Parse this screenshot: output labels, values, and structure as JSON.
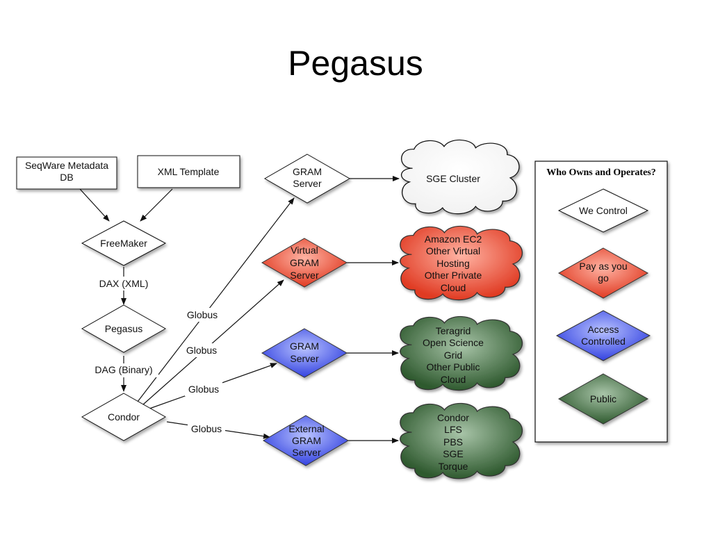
{
  "title": "Pegasus",
  "nodes": {
    "seqware": [
      "SeqWare Metadata",
      "DB"
    ],
    "xml_template": [
      "XML Template"
    ],
    "freemaker": [
      "FreeMaker"
    ],
    "pegasus": [
      "Pegasus"
    ],
    "condor": [
      "Condor"
    ],
    "gram_server": [
      "GRAM",
      "Server"
    ],
    "virtual_gram": [
      "Virtual",
      "GRAM",
      "Server"
    ],
    "gram_server_2": [
      "GRAM",
      "Server"
    ],
    "external_gram": [
      "External",
      "GRAM",
      "Server"
    ],
    "sge_cluster": [
      "SGE Cluster"
    ],
    "amazon": [
      "Amazon EC2",
      "Other Virtual",
      "Hosting",
      "Other Private",
      "Cloud"
    ],
    "teragrid": [
      "Teragrid",
      "Open Science",
      "Grid",
      "Other Public",
      "Cloud"
    ],
    "condor_cloud": [
      "Condor",
      "LFS",
      "PBS",
      "SGE",
      "Torque"
    ]
  },
  "edge_labels": {
    "dax": "DAX (XML)",
    "dag": "DAG (Binary)",
    "globus_1": "Globus",
    "globus_2": "Globus",
    "globus_3": "Globus",
    "globus_4": "Globus"
  },
  "legend": {
    "title": "Who Owns and Operates?",
    "items": [
      {
        "lines": [
          "We Control"
        ],
        "color": "#ffffff"
      },
      {
        "lines": [
          "Pay as you",
          "go"
        ],
        "color": "#e8553f"
      },
      {
        "lines": [
          "Access",
          "Controlled"
        ],
        "color": "#4a5ae8"
      },
      {
        "lines": [
          "Public"
        ],
        "color": "#3d6b3d"
      }
    ]
  },
  "colors": {
    "white": "#ffffff",
    "red": "#e8553f",
    "blue": "#4a5ae8",
    "green": "#3d6b3d"
  }
}
